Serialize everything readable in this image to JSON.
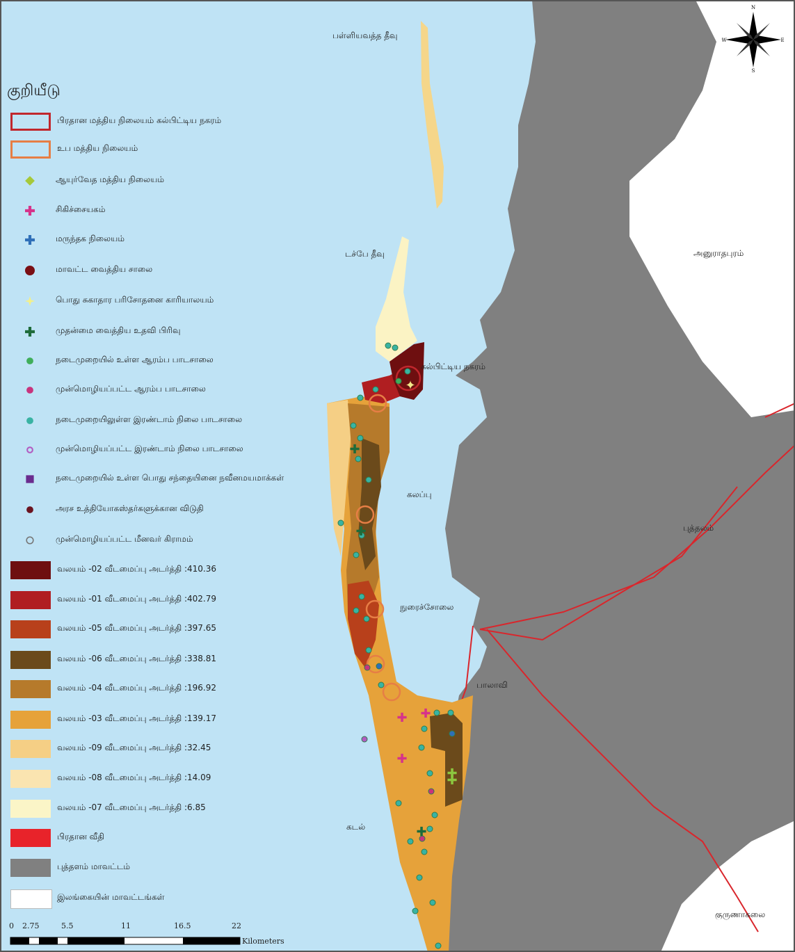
{
  "legend": {
    "title": "குறியீடு",
    "items": [
      {
        "label": "பிரதான மத்திய நிலையம் கல்பிட்டிய நகரம்",
        "kind": "box-outline",
        "color": "#c1272d"
      },
      {
        "label": "உப மத்திய நிலையம்",
        "kind": "box-outline",
        "color": "#e67e45"
      },
      {
        "label": "ஆயுர்வேத மத்திய நிலையம்",
        "kind": "diamond",
        "color": "#a6c93a"
      },
      {
        "label": "சிகிச்சையகம்",
        "kind": "cross",
        "color": "#d6338a"
      },
      {
        "label": "மருந்தக  நிலையம்",
        "kind": "cross",
        "color": "#2f6fb8"
      },
      {
        "label": "மாவட்ட வைத்திய சாலை",
        "kind": "circle-cross",
        "color": "#7a0f14"
      },
      {
        "label": "பொது சுகாதார பரிசோதனை காரியாலயம்",
        "kind": "star",
        "color": "#f3f08a"
      },
      {
        "label": "முதன்மை வைத்திய உதவி பிரிவு",
        "kind": "cross",
        "color": "#1e6b3a"
      },
      {
        "label": "நடைமுறையில் உள்ள ஆரம்ப பாடசாலை",
        "kind": "dot",
        "color": "#3fae5a"
      },
      {
        "label": "முன்மொழியப்பட்ட ஆரம்ப பாடசாலை",
        "kind": "dot",
        "color": "#c8347d"
      },
      {
        "label": "நடைமுறையிலுள்ள இரண்டாம் நிலை பாடசாலை",
        "kind": "dot",
        "color": "#39b3a3"
      },
      {
        "label": "முன்மொழியப்பட்ட இரண்டாம் நிலை பாடசாலை",
        "kind": "dot-ring",
        "color": "#b25cc1"
      },
      {
        "label": "நடைமுறையில் உள்ள பொது சந்தையினை நவீனமயமாக்கள்",
        "kind": "square",
        "color": "#6a2c8e"
      },
      {
        "label": "அரச உத்தியோகஸ்தர்களுக்கான விடுதி",
        "kind": "dot",
        "color": "#6b1420"
      },
      {
        "label": "முன்மொழியப்பட்ட மீனவர் கிராமம்",
        "kind": "target",
        "color": "#777777"
      },
      {
        "label": "வலயம் -02 வீடமைப்பு அடர்த்தி :410.36",
        "kind": "fill",
        "color": "#6e0f10"
      },
      {
        "label": "வலயம் -01 வீடமைப்பு அடர்த்தி :402.79",
        "kind": "fill",
        "color": "#b01e21"
      },
      {
        "label": "வலயம் -05 வீடமைப்பு அடர்த்தி :397.65",
        "kind": "fill",
        "color": "#b8401b"
      },
      {
        "label": "வலயம் -06 வீடமைப்பு அடர்த்தி :338.81",
        "kind": "fill",
        "color": "#6b4a1b"
      },
      {
        "label": "வலயம் -04 வீடமைப்பு அடர்த்தி :196.92",
        "kind": "fill",
        "color": "#b67a2b"
      },
      {
        "label": "வலயம் -03 வீடமைப்பு அடர்த்தி :139.17",
        "kind": "fill",
        "color": "#e6a23a"
      },
      {
        "label": "வலயம் -09 வீடமைப்பு அடர்த்தி :32.45",
        "kind": "fill",
        "color": "#f5cf85"
      },
      {
        "label": "வலயம் -08 வீடமைப்பு அடர்த்தி :14.09",
        "kind": "fill",
        "color": "#fae4b0"
      },
      {
        "label": "வலயம் -07 வீடமைப்பு அடர்த்தி :6.85",
        "kind": "fill",
        "color": "#fbf5c7"
      },
      {
        "label": "பிரதான வீதி",
        "kind": "fill",
        "color": "#e8232a"
      },
      {
        "label": "புத்தளம் மாவட்டம்",
        "kind": "fill",
        "color": "#808080"
      },
      {
        "label": "இலங்கையின் மாவட்டங்கள்",
        "kind": "fill",
        "color": "#ffffff"
      }
    ]
  },
  "places": {
    "pallivasal": "பள்ளியவத்த தீவு",
    "dutch_island": "டச்பே தீவு",
    "kalpitiya": "கல்பிட்டிய நகரம்",
    "kalpity": "கலப்பு",
    "norochcholai": "நுரைச்சோலை",
    "palavi": "பாலாவி",
    "sea": "கடல்",
    "anuradhapura": "அனுராதபுரம்",
    "puttalam": "புத்தலம்",
    "kurunegala": "குருணாகலை"
  },
  "scale": {
    "ticks": [
      "0",
      "2.75",
      "5.5",
      "11",
      "16.5",
      "22"
    ],
    "unit": "Kilometers"
  },
  "compass": {
    "n": "N",
    "s": "S",
    "e": "E",
    "w": "W"
  },
  "colors": {
    "sea": "#bfe3f5",
    "district": "#808080",
    "land": "#ffffff",
    "road": "#d9262c"
  }
}
